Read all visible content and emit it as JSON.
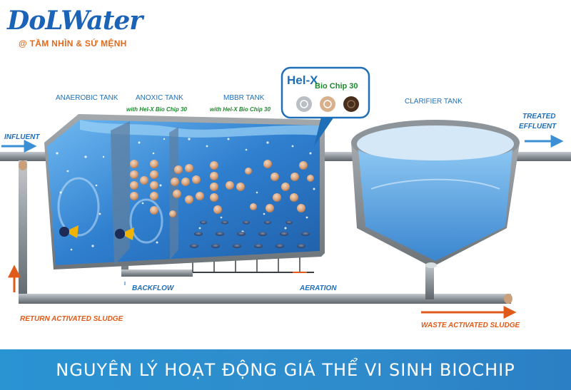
{
  "logo": {
    "brand": "DoLWater",
    "tagline": "@ TẦM NHÌN & SỨ MỆNH"
  },
  "diagram": {
    "tanks": {
      "anaerobic": "ANAEROBIC TANK",
      "anoxic": "ANOXIC TANK",
      "anoxic_sub": "with Hel-X Bio Chip 30",
      "mbbr": "MBBR TANK",
      "mbbr_sub": "with Hel-X Bio Chip 30",
      "clarifier": "CLARIFIER TANK"
    },
    "callout": {
      "brand": "Hel-X",
      "product": "Bio Chip 30"
    },
    "flows": {
      "influent": "INFLUENT",
      "treated_line1": "TREATED",
      "treated_line2": "EFFLUENT",
      "backflow": "BACKFLOW",
      "aeration": "AERATION",
      "return_sludge": "RETURN ACTIVATED SLUDGE",
      "waste_sludge": "WASTE ACTIVATED SLUDGE"
    },
    "colors": {
      "label_blue": "#1f6fb8",
      "label_green": "#1e8a2e",
      "label_orange": "#e05a1a",
      "pipe": "#8a9197",
      "water": "#3f8fd6"
    }
  },
  "banner": {
    "title": "NGUYÊN LÝ HOẠT ĐỘNG GIÁ THỂ VI SINH BIOCHIP"
  }
}
